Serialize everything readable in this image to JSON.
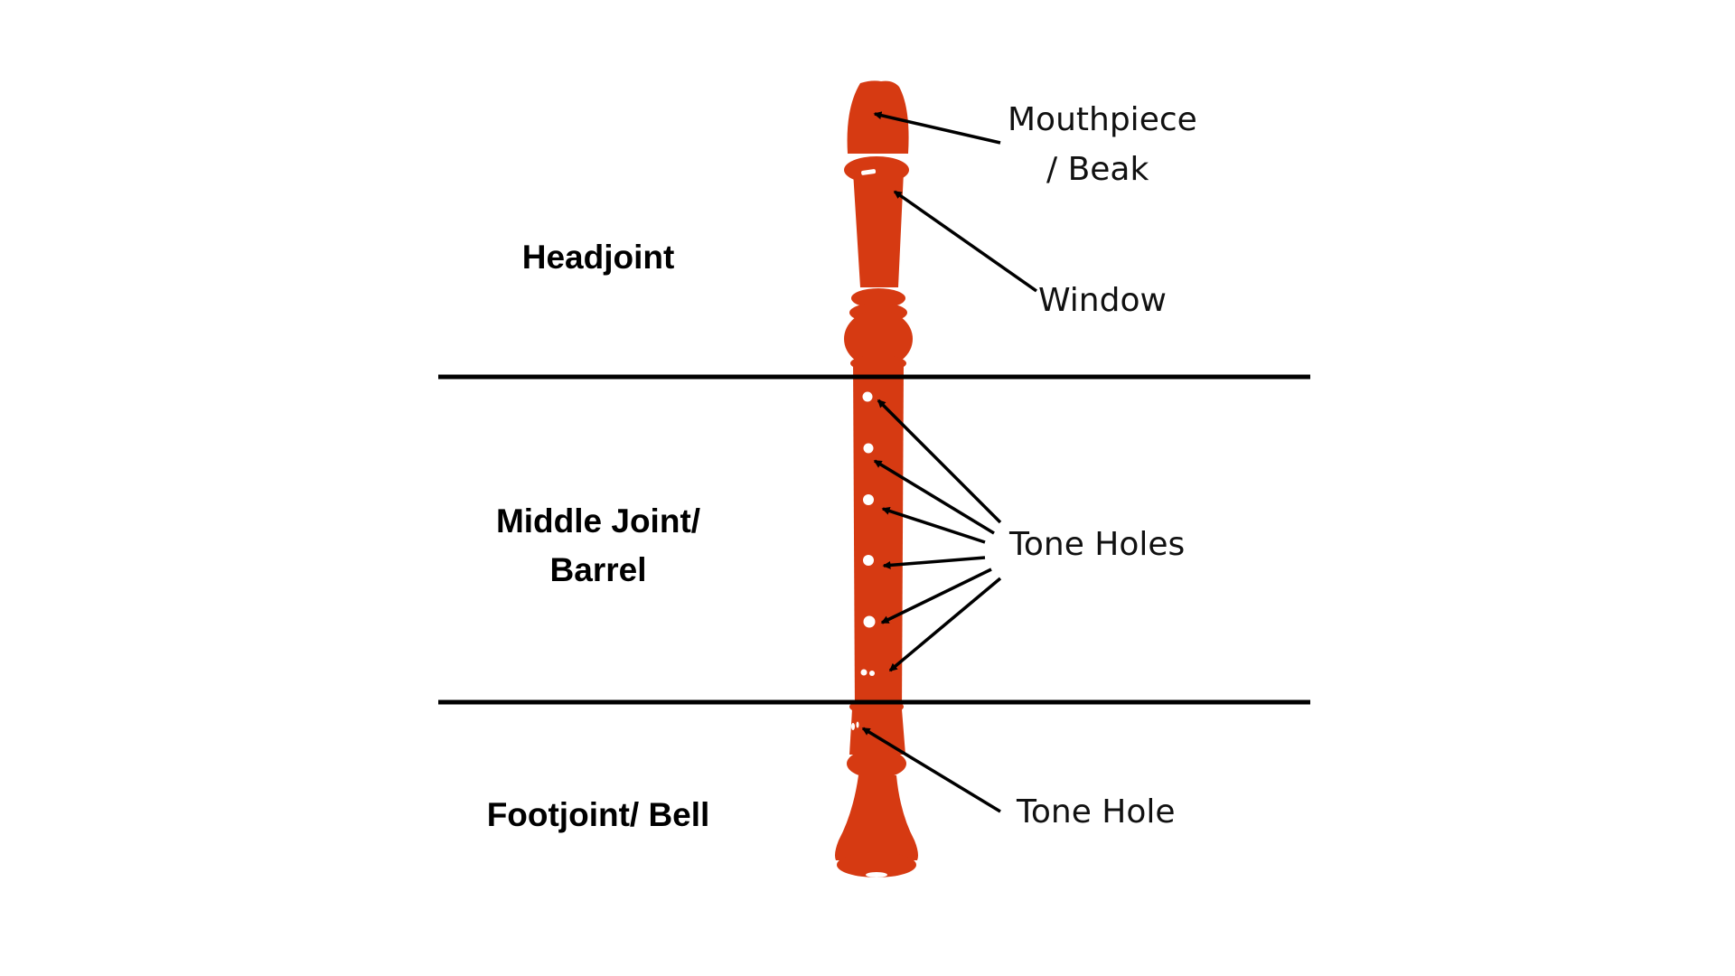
{
  "colors": {
    "recorder_body": "#d63a12",
    "hole": "#ffffff",
    "divider": "#000000",
    "arrow": "#000000",
    "background": "#ffffff"
  },
  "sections": {
    "headjoint": "Headjoint",
    "middle_line1": "Middle Joint/",
    "middle_line2": "Barrel",
    "footjoint": "Footjoint/ Bell"
  },
  "parts": {
    "mouthpiece_line1": "Mouthpiece",
    "mouthpiece_line2": "/ Beak",
    "window": "Window",
    "tone_holes": "Tone Holes",
    "tone_hole": "Tone Hole"
  }
}
